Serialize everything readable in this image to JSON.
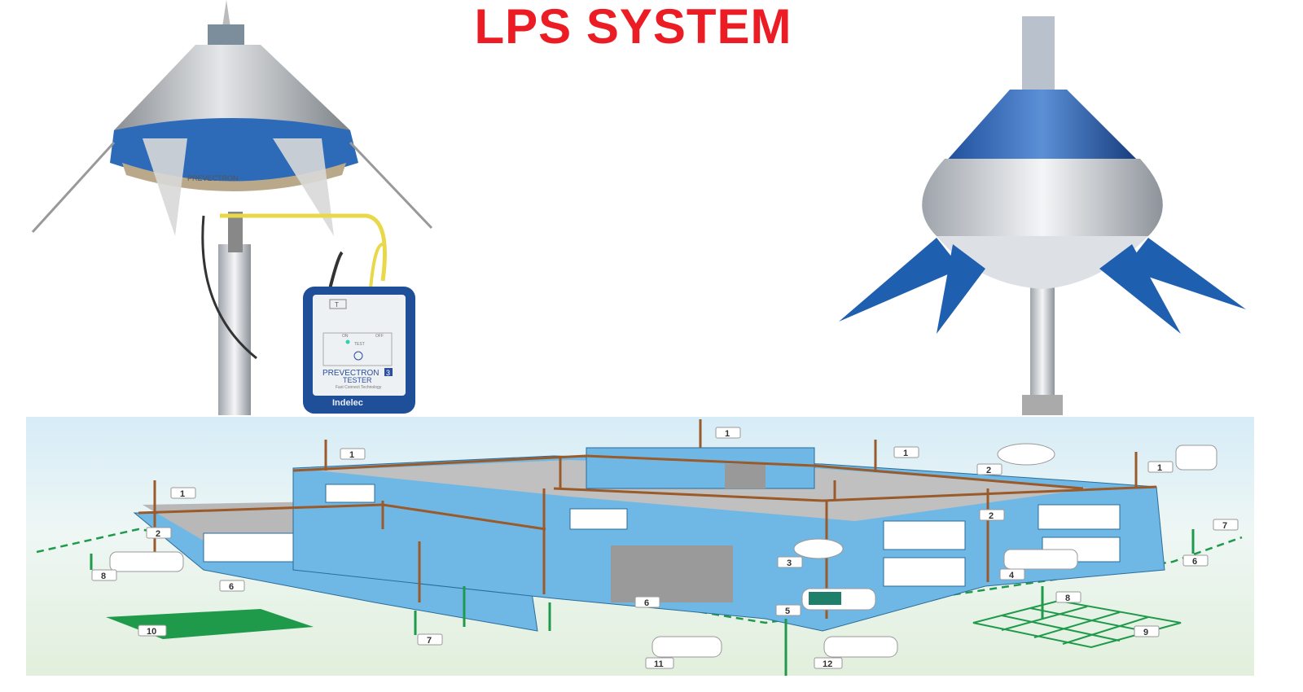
{
  "title": "LPS SYSTEM",
  "tester": {
    "button_t": "T",
    "label_on": "ON",
    "label_off": "OFF",
    "label_test": "TEST",
    "brand": "PREVECTRON",
    "model": "3",
    "subtitle": "TESTER",
    "tagline": "Fast Connect Technology",
    "maker": "Indelec"
  },
  "device_label": "PREVECTRON",
  "diagram": {
    "callouts": [
      "1",
      "1",
      "1",
      "2",
      "1",
      "1",
      "2",
      "2",
      "7",
      "6",
      "3",
      "4",
      "8",
      "6",
      "6",
      "5",
      "8",
      "9",
      "10",
      "7",
      "11",
      "12"
    ]
  },
  "colors": {
    "title": "#ec1c24",
    "building": "#6fb8e6",
    "conductor": "#9a5a2a",
    "earth": "#1f9a4a"
  }
}
